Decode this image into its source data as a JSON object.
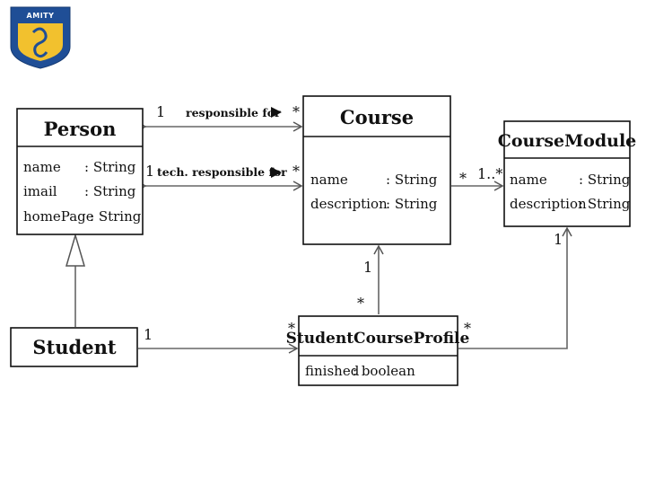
{
  "logo": {
    "text": "AMITY"
  },
  "classes": {
    "person": {
      "name": "Person",
      "attrs": [
        "name",
        "imail",
        "homePage"
      ],
      "types": [
        ": String",
        ": String",
        ": String"
      ]
    },
    "course": {
      "name": "Course",
      "attrs": [
        "name",
        "description"
      ],
      "types": [
        ": String",
        ": String"
      ]
    },
    "course_module": {
      "name": "CourseModule",
      "attrs": [
        "name",
        "description"
      ],
      "types": [
        ": String",
        ": String"
      ]
    },
    "student": {
      "name": "Student"
    },
    "student_course_profile": {
      "name": "StudentCourseProfile",
      "attrs": [
        "finished"
      ],
      "types": [
        ": boolean"
      ]
    }
  },
  "associations": {
    "responsible_for": {
      "label": "responsible for",
      "mult_person": "1",
      "mult_course": "*"
    },
    "tech_responsible_for": {
      "label": "tech. responsible for",
      "mult_person": "1",
      "mult_course": "*"
    },
    "course_module": {
      "mult_course": "*",
      "mult_module": "1..*"
    },
    "course_profile": {
      "mult_course": "1",
      "mult_profile": "*"
    },
    "student_profile": {
      "mult_student": "1",
      "mult_profile": "*"
    },
    "profile_module": {
      "mult_profile": "*",
      "mult_module": "1"
    }
  },
  "colors": {
    "logo_blue": "#1f4e96",
    "logo_gold": "#f2c12e",
    "line": "#666666",
    "box_border": "#111111"
  }
}
